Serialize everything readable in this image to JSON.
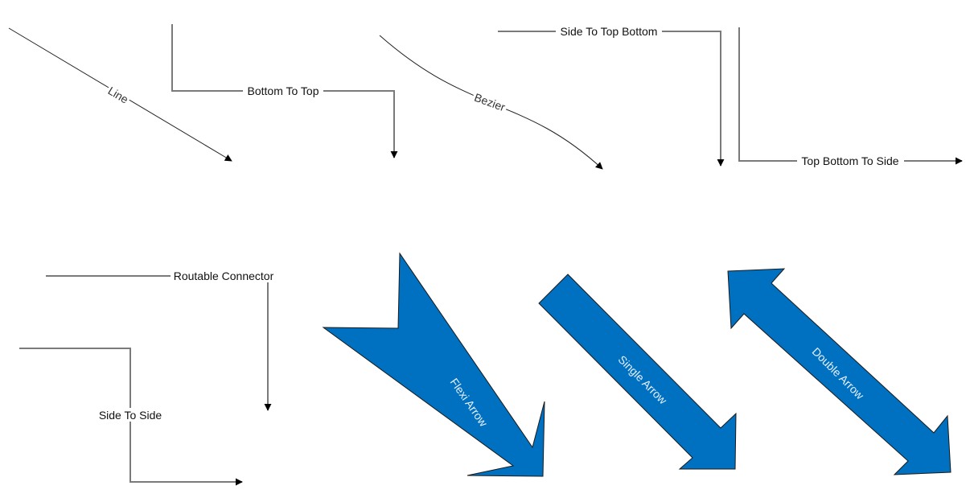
{
  "canvas": {
    "background": "#ffffff"
  },
  "colors": {
    "connector_stroke": "#7a7a7a",
    "line_stroke": "#222222",
    "arrowhead": "#000000",
    "shape_fill": "#0070c0",
    "shape_outline": "#1a1a1a",
    "shape_text": "#e6f0fa"
  },
  "connectors": [
    {
      "id": "line",
      "label": "Line",
      "style": "straight",
      "arrowhead": "filled-triangle"
    },
    {
      "id": "bottom-to-top",
      "label": "Bottom To Top",
      "style": "orthogonal",
      "arrowhead": "filled-triangle"
    },
    {
      "id": "bezier",
      "label": "Bezier",
      "style": "curved",
      "arrowhead": "filled-triangle"
    },
    {
      "id": "side-to-top-bottom",
      "label": "Side To Top Bottom",
      "style": "orthogonal",
      "arrowhead": "filled-triangle"
    },
    {
      "id": "top-bottom-to-side",
      "label": "Top Bottom To Side",
      "style": "orthogonal",
      "arrowhead": "filled-triangle"
    },
    {
      "id": "routable-connector",
      "label": "Routable Connector",
      "style": "orthogonal",
      "arrowhead": "filled-triangle"
    },
    {
      "id": "side-to-side",
      "label": "Side To Side",
      "style": "orthogonal",
      "arrowhead": "filled-triangle"
    }
  ],
  "shapes": [
    {
      "id": "flexi-arrow",
      "label": "Flexi Arrow",
      "type": "flexi-arrow"
    },
    {
      "id": "single-arrow",
      "label": "Single Arrow",
      "type": "single-arrow"
    },
    {
      "id": "double-arrow",
      "label": "Double Arrow",
      "type": "double-arrow"
    }
  ]
}
